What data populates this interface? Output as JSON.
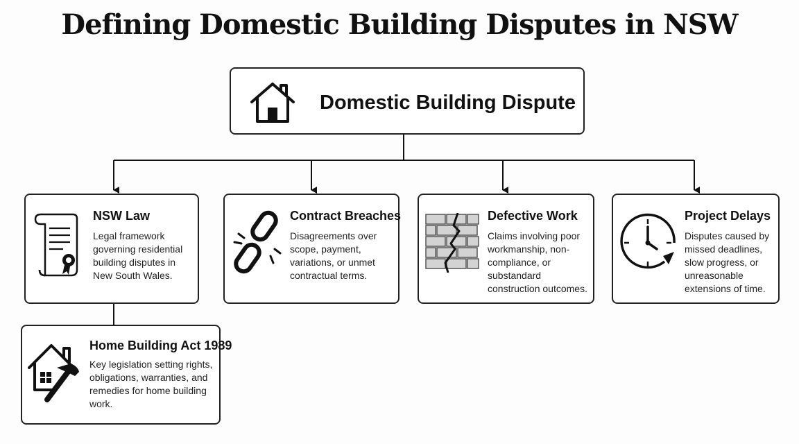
{
  "title": "Defining Domestic Building Disputes in NSW",
  "root": {
    "label": "Domestic Building Dispute",
    "icon": "house-icon"
  },
  "nodes": [
    {
      "key": "nsw-law",
      "title": "NSW Law",
      "description": "Legal framework governing residential building disputes in New South Wales.",
      "icon": "scroll-seal-icon"
    },
    {
      "key": "contract-breaches",
      "title": "Contract Breaches",
      "description": "Disagreements over scope, payment, variations, or unmet contractual terms.",
      "icon": "broken-chain-icon"
    },
    {
      "key": "defective-work",
      "title": "Defective Work",
      "description": "Claims involving poor workmanship, non-compliance, or substandard construction outcomes.",
      "icon": "cracked-wall-icon"
    },
    {
      "key": "project-delays",
      "title": "Project Delays",
      "description": "Disputes caused by missed deadlines, slow progress, or unreasonable extensions of time.",
      "icon": "clock-icon"
    }
  ],
  "sub_node": {
    "title": "Home Building Act 1989",
    "description": "Key legislation setting rights, obligations, warranties, and remedies for home building work.",
    "icon": "house-hammer-icon"
  }
}
